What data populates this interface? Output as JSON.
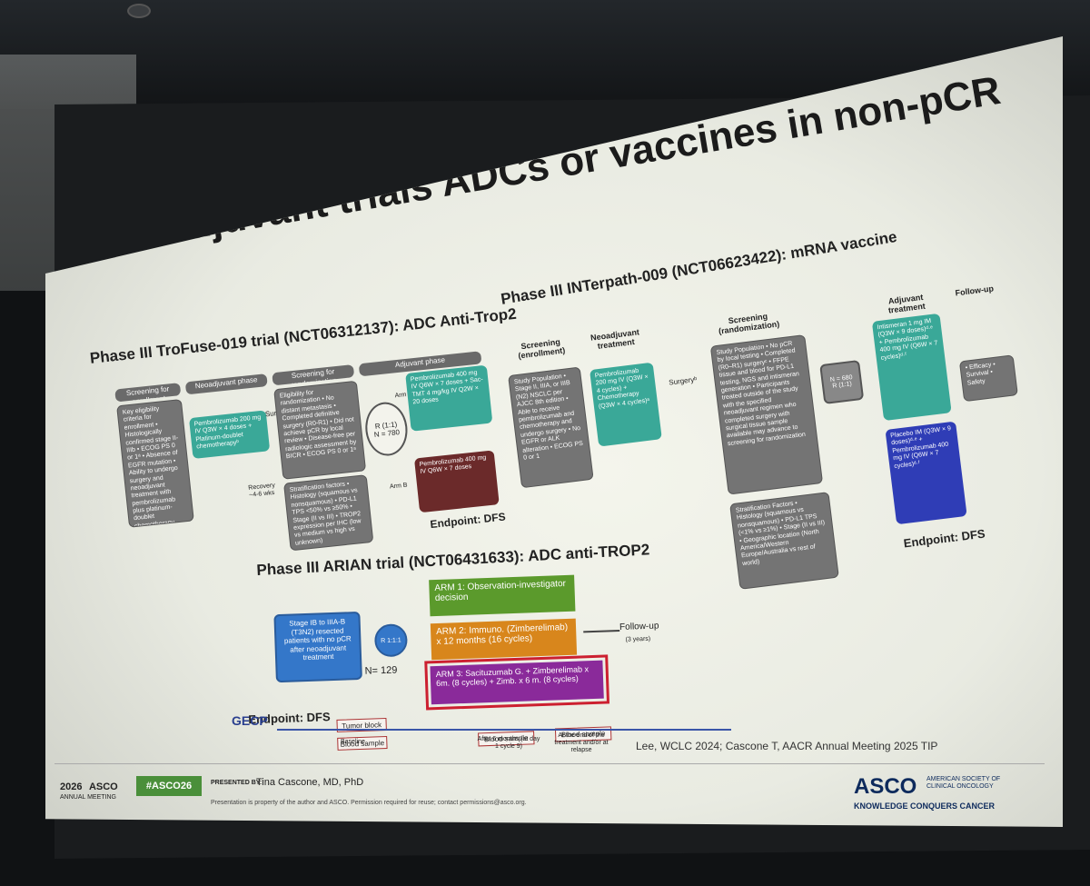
{
  "slide": {
    "title": "Adjuvant trials ADCs or vaccines in non-pCR",
    "citation": "Lee, WCLC 2024; Cascone T, AACR Annual Meeting 2025 TIP"
  },
  "troffuse": {
    "title": "Phase III TroFuse-019 trial (NCT06312137): ADC Anti-Trop2",
    "hdr_enroll": "Screening for enrollment",
    "hdr_neo": "Neoadjuvant phase",
    "hdr_random": "Screening for randomization",
    "hdr_adj": "Adjuvant phase",
    "enroll_text": "Key eligibility criteria for enrollment • Histologically confirmed stage II-IIIb • ECOG PS 0 or 1ᵃ • Absence of EGFR mutation • Ability to undergo surgery and neoadjuvant treatment with pembrolizumab plus platinum-doublet chemotherapy",
    "neo_text": "Pembrolizumab 200 mg IV Q3W × 4 doses + Platinum-doublet chemotherapyᵇ",
    "surgery": "Surgeryᶜ",
    "recovery": "Recovery ~4-6 wks",
    "random_text": "Eligibility for randomization • No distant metastasis • Completed definitive surgery (R0-R1) • Did not achieve pCR by local review • Disease-free per radiologic assessment by BICR • ECOG PS 0 or 1ᵃ",
    "strat_text": "Stratification factors • Histology (squamous vs nonsquamous) • PD-L1 TPS <50% vs ≥50% • Stage (II vs III) • TROP2 expression per IHC (low vs medium vs high vs unknown)",
    "r_label": "R (1:1)",
    "n_label": "N = 780",
    "arm_a": "Arm A",
    "arm_b": "Arm B",
    "arm_a_text": "Pembrolizumab 400 mg IV Q6W × 7 doses + Sac-TMT 4 mg/kg IV Q2W × 20 doses",
    "arm_b_text": "Pembrolizumab 400 mg IV Q6W × 7 doses",
    "endpoint": "Endpoint: DFS"
  },
  "interpath": {
    "title": "Phase III INTerpath-009 (NCT06623422): mRNA vaccine",
    "hdr_screen": "Screening (enrollment)",
    "hdr_neo": "Neoadjuvant treatment",
    "hdr_random": "Screening (randomization)",
    "hdr_adj": "Adjuvant treatment",
    "hdr_follow": "Follow-up",
    "study_pop": "Study Population • Stage II, IIIA, or IIIB (N2) NSCLC per AJCC 8th edition • Able to receive pembrolizumab and chemotherapy and undergo surgery • No EGFR or ALK alteration • ECOG PS 0 or 1",
    "neo_text": "Pembrolizumab 200 mg IV (Q3W × 4 cycles) + Chemotherapy (Q3W × 4 cycles)ᵃ",
    "surgery": "Surgeryᵇ",
    "random_pop": "Study Population • No pCR by local testing • Completed (R0–R1) surgeryᶜ • FFPE tissue and blood for PD-L1 testing, NGS and intismeran generation • Participants treated outside of the study with the specified neoadjuvant regimen who completed surgery with surgical tissue sample available may advance to screening for randomization",
    "strat": "Stratification Factors • Histology (squamous vs nonsquamous) • PD-L1 TPS (<1% vs ≥1%) • Stage (II vs III) • Geographic location (North America/Western Europe/Australia vs rest of world)",
    "n_label": "N = 680",
    "r_label": "R (1:1)",
    "arm1": "Intismeran 1 mg IM (Q3W × 9 doses)ᵈ·ᵉ + Pembrolizumab 400 mg IV (Q6W × 7 cycles)ᵈ·ᶠ",
    "arm2": "Placebo IM (Q3W × 9 doses)ᵈ·ᵉ + Pembrolizumab 400 mg IV (Q6W × 7 cycles)ᵈ·ᶠ",
    "followup": "• Efficacy • Survival • Safety",
    "endpoint": "Endpoint: DFS"
  },
  "arian": {
    "title": "Phase III ARIAN trial (NCT06431633): ADC anti-TROP2",
    "patients": "Stage IB to IIIA-B (T3N2) resected patients with no pCR after neoadjuvant treatment",
    "r_label": "R 1:1:1",
    "n_label": "N= 129",
    "arm1": "ARM 1: Observation-investigator decision",
    "arm2": "ARM 2: Immuno. (Zimberelimab) x 12 months (16 cycles)",
    "arm3": "ARM 3: Sacituzumab G. + Zimberelimab x 6m. (8 cycles) + Zimb. x 6 m. (8 cycles)",
    "followup": "Follow-up",
    "followup_sub": "(3 years)",
    "endpoint": "Endpoint: DFS",
    "tumor_block": "Tumor block",
    "blood1": "Blood sample",
    "blood2": "Blood sample",
    "blood3": "Blood sample",
    "tl_baseline": "Baseline",
    "tl_6m": "After 6 months (at day 1 cycle 9)",
    "tl_end": "At the end of the treatment and/or at relapse",
    "gecp_logo": "GECP"
  },
  "footer": {
    "asco_year": "2026",
    "asco_brand": "ASCO",
    "asco_meeting": "ANNUAL MEETING",
    "hashtag": "#ASCO26",
    "presented_by_label": "PRESENTED BY:",
    "presenter": "Tina Cascone, MD, PhD",
    "disclaimer": "Presentation is property of the author and ASCO. Permission required for reuse; contact permissions@asco.org.",
    "logo_asco": "ASCO",
    "logo_society": "AMERICAN SOCIETY OF CLINICAL ONCOLOGY",
    "logo_tagline": "KNOWLEDGE CONQUERS CANCER"
  },
  "colors": {
    "teal": "#3aa898",
    "blue": "#2f3db6",
    "green": "#5b9a2c",
    "orange": "#d8861c",
    "purple": "#8a2a9a",
    "asco_green": "#4a8f3a"
  }
}
